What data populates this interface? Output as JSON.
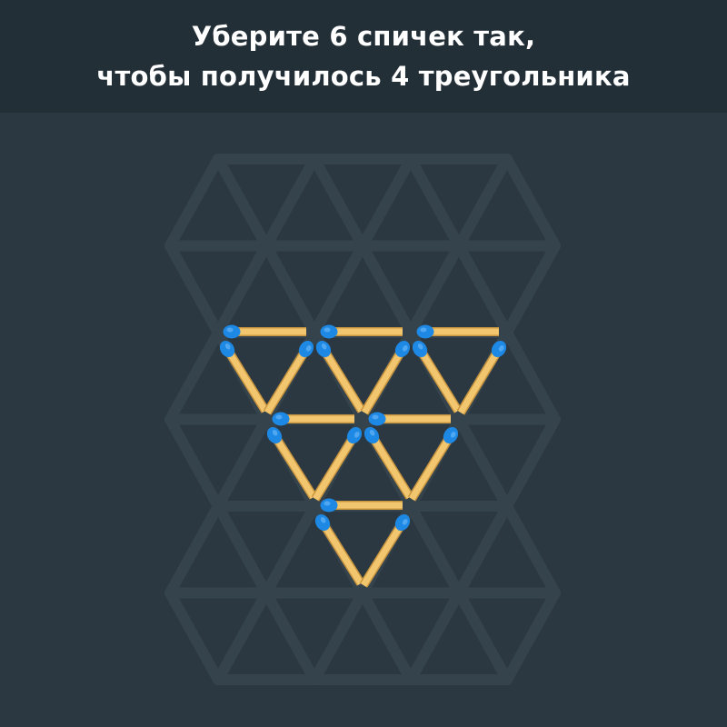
{
  "puzzle": {
    "title_line1": "Уберите 6 спичек так,",
    "title_line2": "чтобы получилось 4 треугольника",
    "remove_count": 6,
    "target_triangles": 4
  },
  "colors": {
    "header_bg": "#232f37",
    "board_bg": "#2c3841",
    "ghost_match": "#34434c",
    "stick": "#f2c66e",
    "stick_edge": "#c9953f",
    "head": "#1e88e5",
    "head_highlight": "#64b5f6"
  },
  "matches": [
    {
      "id": "top-left",
      "kind": "horizontal"
    },
    {
      "id": "top-middle",
      "kind": "horizontal"
    },
    {
      "id": "top-right",
      "kind": "horizontal"
    },
    {
      "id": "row1-tri1-left",
      "kind": "diagonal"
    },
    {
      "id": "row1-tri1-right",
      "kind": "diagonal"
    },
    {
      "id": "row1-tri2-left",
      "kind": "diagonal"
    },
    {
      "id": "row1-tri2-right",
      "kind": "diagonal"
    },
    {
      "id": "row1-tri3-left",
      "kind": "diagonal"
    },
    {
      "id": "row1-tri3-right",
      "kind": "diagonal"
    },
    {
      "id": "middle-left",
      "kind": "horizontal"
    },
    {
      "id": "middle-right",
      "kind": "horizontal"
    },
    {
      "id": "row2-tri1-left",
      "kind": "diagonal"
    },
    {
      "id": "row2-tri1-right",
      "kind": "diagonal"
    },
    {
      "id": "row2-tri2-left",
      "kind": "diagonal"
    },
    {
      "id": "row2-tri2-right",
      "kind": "diagonal"
    },
    {
      "id": "bottom-horizontal",
      "kind": "horizontal"
    },
    {
      "id": "row3-tri-left",
      "kind": "diagonal"
    },
    {
      "id": "row3-tri-right",
      "kind": "diagonal"
    }
  ]
}
